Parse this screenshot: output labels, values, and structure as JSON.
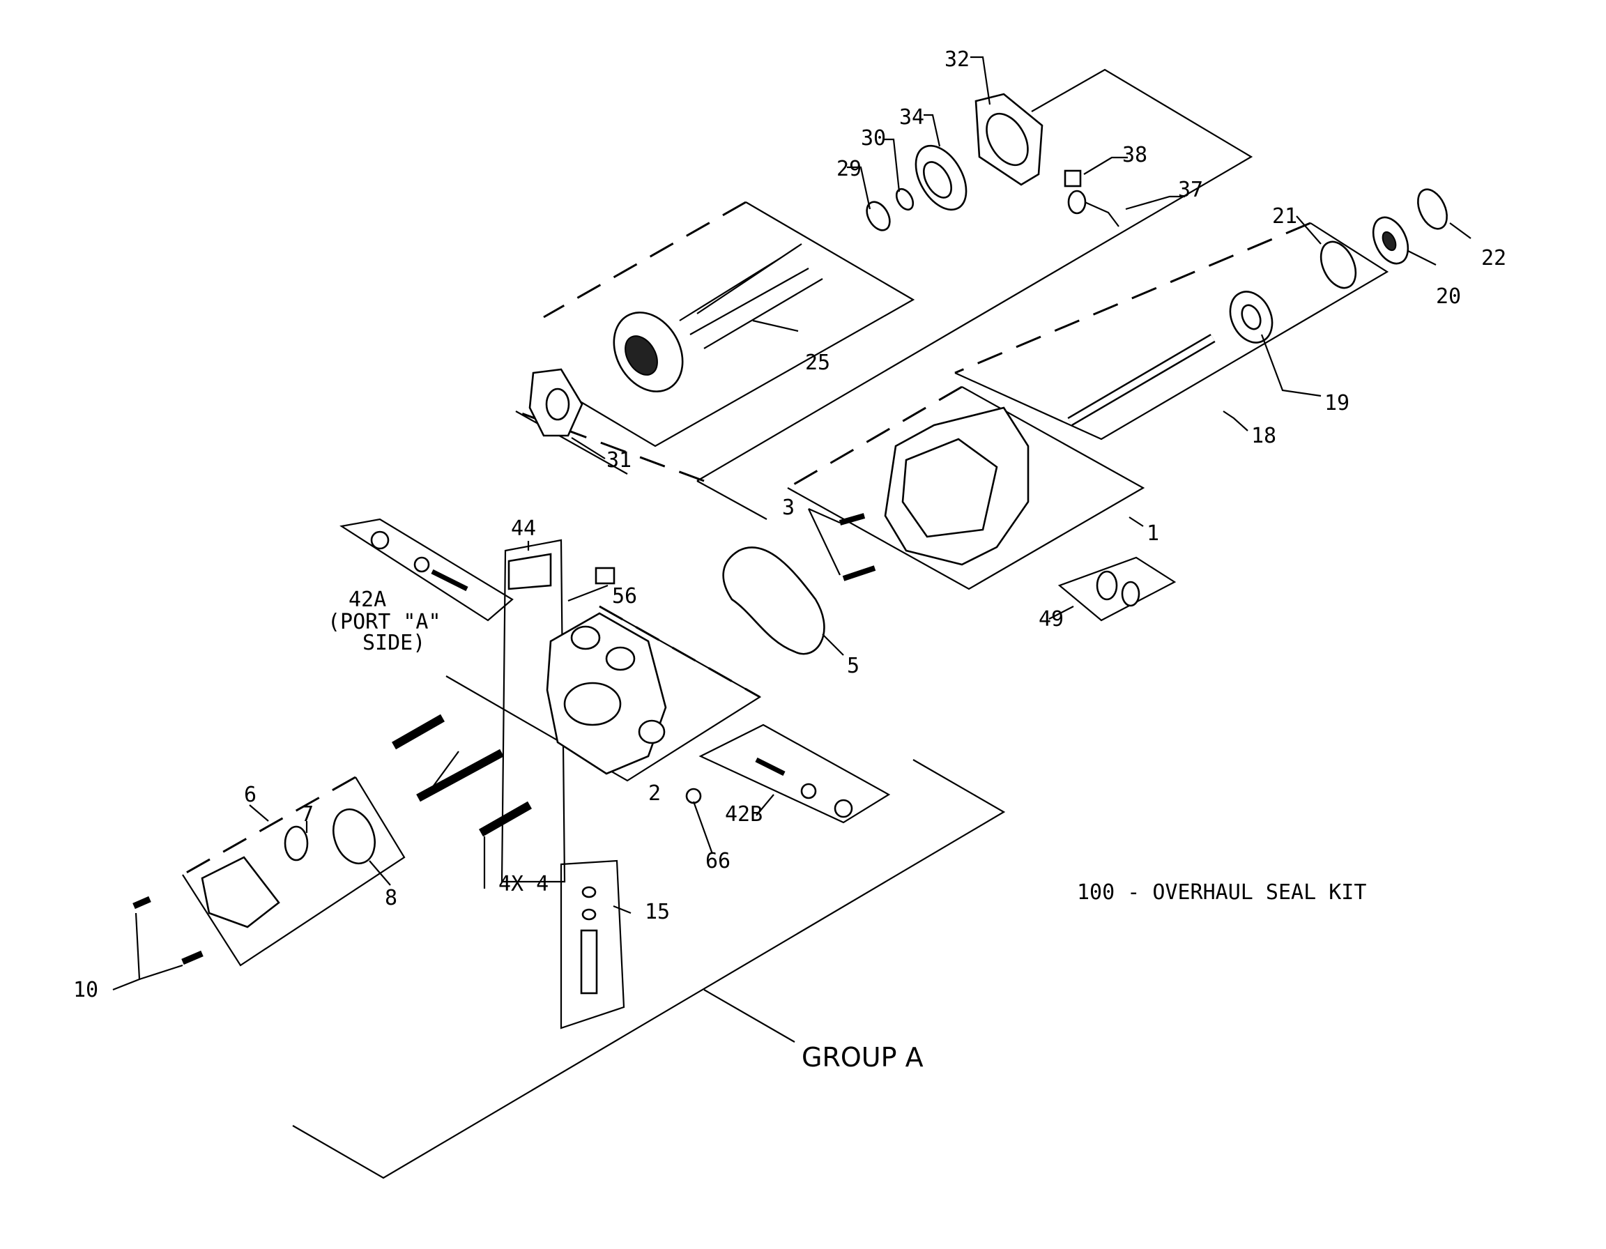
{
  "diagram": {
    "kit_label": "100 - OVERHAUL SEAL KIT",
    "group_label": "GROUP A",
    "callouts": {
      "c1": "1",
      "c2": "2",
      "c3": "3",
      "c4": "4X 4",
      "c5": "5",
      "c6": "6",
      "c7": "7",
      "c8": "8",
      "c10": "10",
      "c15": "15",
      "c18": "18",
      "c19": "19",
      "c20": "20",
      "c21": "21",
      "c22": "22",
      "c25": "25",
      "c29": "29",
      "c30": "30",
      "c31": "31",
      "c32": "32",
      "c34": "34",
      "c37": "37",
      "c38": "38",
      "c42a_1": "42A",
      "c42a_2": "(PORT \"A\"",
      "c42a_3": "SIDE)",
      "c42b": "42B",
      "c44": "44",
      "c49": "49",
      "c56": "56",
      "c66": "66"
    }
  }
}
